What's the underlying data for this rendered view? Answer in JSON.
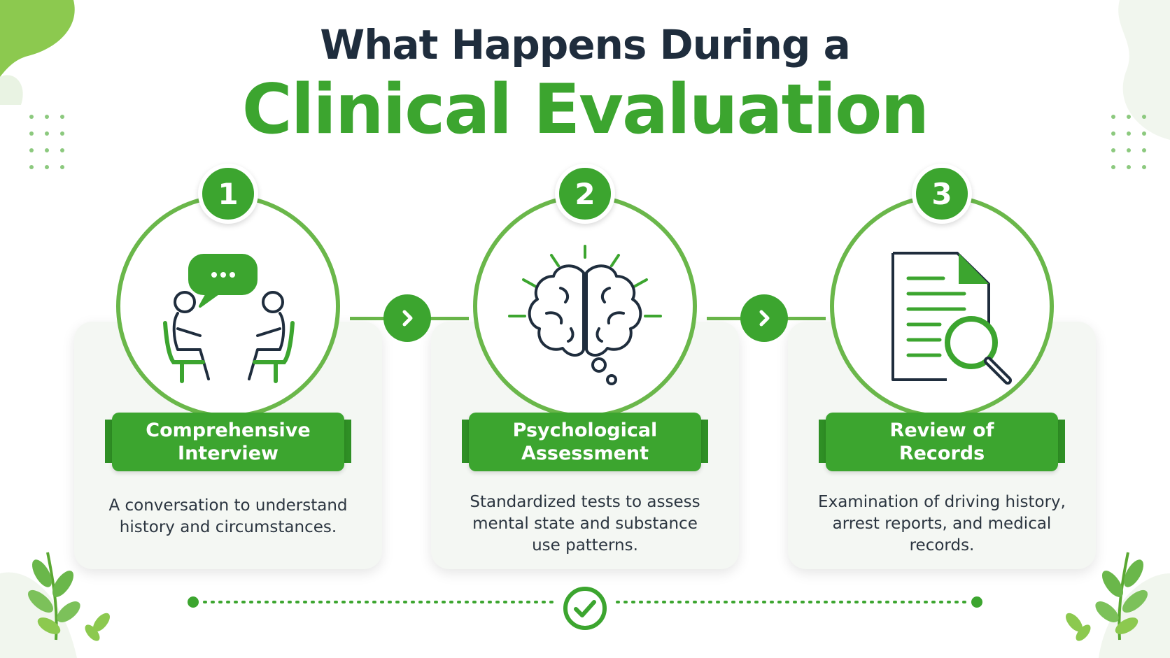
{
  "header": {
    "title_line1": "What Happens During a",
    "title_line2": "Clinical Evaluation"
  },
  "colors": {
    "primary_green": "#3ca52f",
    "ring_green": "#6ab74a",
    "dark_text": "#1f2d3d"
  },
  "steps": [
    {
      "number": "1",
      "title": "Comprehensive Interview",
      "description": "A conversation to understand history and circumstances.",
      "icon": "two-people-conversation-icon"
    },
    {
      "number": "2",
      "title": "Psychological Assessment",
      "description": "Standardized tests to assess mental state and substance use patterns.",
      "icon": "brain-icon"
    },
    {
      "number": "3",
      "title": "Review of Records",
      "description": "Examination of driving history, arrest reports, and medical records.",
      "icon": "document-magnifier-icon"
    }
  ],
  "footer": {
    "icon": "checkmark-circle-icon"
  }
}
